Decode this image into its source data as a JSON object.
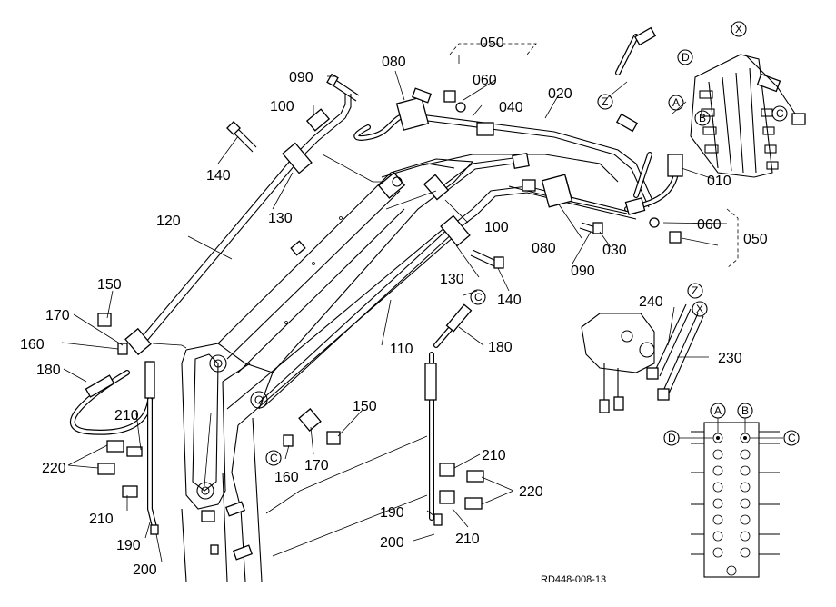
{
  "labels": {
    "p010": "010",
    "p020": "020",
    "p030": "030",
    "p040": "040",
    "p050_top": "050",
    "p050_right": "050",
    "p060_top": "060",
    "p060_right": "060",
    "p080_top": "080",
    "p080_bottom": "080",
    "p090_top": "090",
    "p090_bottom": "090",
    "p100_top": "100",
    "p100_mid": "100",
    "p110": "110",
    "p120": "120",
    "p130_left": "130",
    "p130_right": "130",
    "p140_left": "140",
    "p140_right": "140",
    "p150_left": "150",
    "p150_right": "150",
    "p160_left": "160",
    "p160_right": "160",
    "p170_left": "170",
    "p170_right": "170",
    "p180_left": "180",
    "p180_right": "180",
    "p190_left": "190",
    "p190_right": "190",
    "p200_left": "200",
    "p200_right": "200",
    "p210_l1": "210",
    "p210_l2": "210",
    "p210_r1": "210",
    "p210_r2": "210",
    "p220_left": "220",
    "p220_right": "220",
    "p230": "230",
    "p240": "240"
  },
  "markers": {
    "A_top": "A",
    "B_top": "B",
    "C_top": "C",
    "D_top": "D",
    "X_top": "X",
    "Z_top": "Z",
    "X_mid": "X",
    "Z_mid": "Z",
    "C_hose": "C",
    "C_pin": "C",
    "A_inset": "A",
    "B_inset": "B",
    "C_inset": "C",
    "D_inset": "D"
  },
  "drawing_code": "RD448-008-13"
}
